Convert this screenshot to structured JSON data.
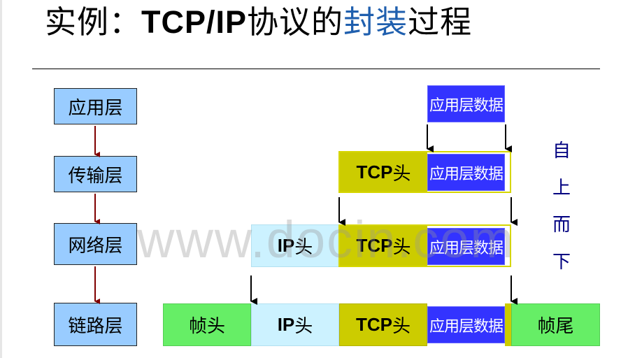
{
  "title": {
    "prefix": "实例：",
    "latin": "TCP/IP",
    "middle": "协议的",
    "highlight": "封装",
    "suffix": "过程"
  },
  "layers": [
    "应用层",
    "传输层",
    "网络层",
    "链路层"
  ],
  "segments": {
    "app_data": "应用层数据",
    "tcp_header_latin": "TCP",
    "ip_header_latin": "IP",
    "header_cn": "头",
    "frame_header": "帧头",
    "frame_trailer": "帧尾"
  },
  "watermark": "www.docin.com",
  "direction": [
    "自",
    "上",
    "而",
    "下"
  ],
  "colors": {
    "layer_box": "#99ccff",
    "app_data": "#3333ff",
    "tcp": "#cccc00",
    "ip": "#ccf2ff",
    "frame": "#66ee66",
    "layer_arrow": "#800000",
    "direction_text": "#000080",
    "title_highlight": "#1f5fae"
  }
}
